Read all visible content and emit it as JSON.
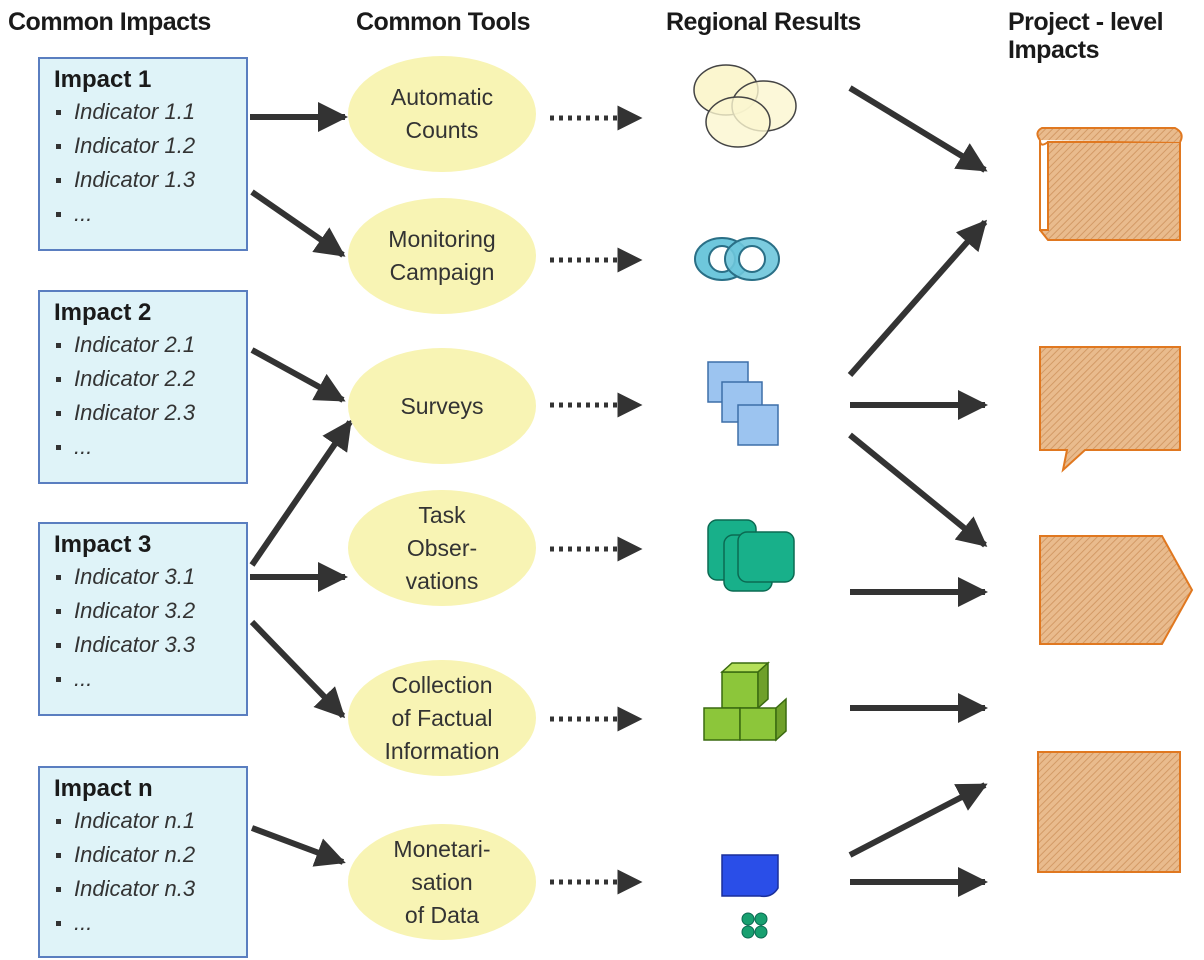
{
  "headers": {
    "impacts": "Common Impacts",
    "tools": "Common Tools",
    "results": "Regional Results",
    "project": "Project - level\nImpacts"
  },
  "impacts": [
    {
      "title": "Impact 1",
      "indicators": [
        "Indicator 1.1",
        "Indicator 1.2",
        "Indicator 1.3",
        "..."
      ]
    },
    {
      "title": "Impact 2",
      "indicators": [
        "Indicator 2.1",
        "Indicator 2.2",
        "Indicator 2.3",
        "..."
      ]
    },
    {
      "title": "Impact 3",
      "indicators": [
        "Indicator 3.1",
        "Indicator 3.2",
        "Indicator 3.3",
        "..."
      ]
    },
    {
      "title": "Impact n",
      "indicators": [
        "Indicator n.1",
        "Indicator n.2",
        "Indicator n.3",
        "..."
      ]
    }
  ],
  "tools": [
    {
      "label": "Automatic\nCounts"
    },
    {
      "label": "Monitoring\nCampaign"
    },
    {
      "label": "Surveys"
    },
    {
      "label": "Task\nObser-\nvations"
    },
    {
      "label": "Collection\nof Factual\nInformation"
    },
    {
      "label": "Monetari-\nsation\nof Data"
    }
  ],
  "colors": {
    "impact_fill": "#dff3f8",
    "impact_border": "#5a7ec0",
    "tool_fill": "#f8f4b4",
    "arrow": "#333333",
    "project_fill": "#e8b98a",
    "project_border": "#e07820"
  }
}
